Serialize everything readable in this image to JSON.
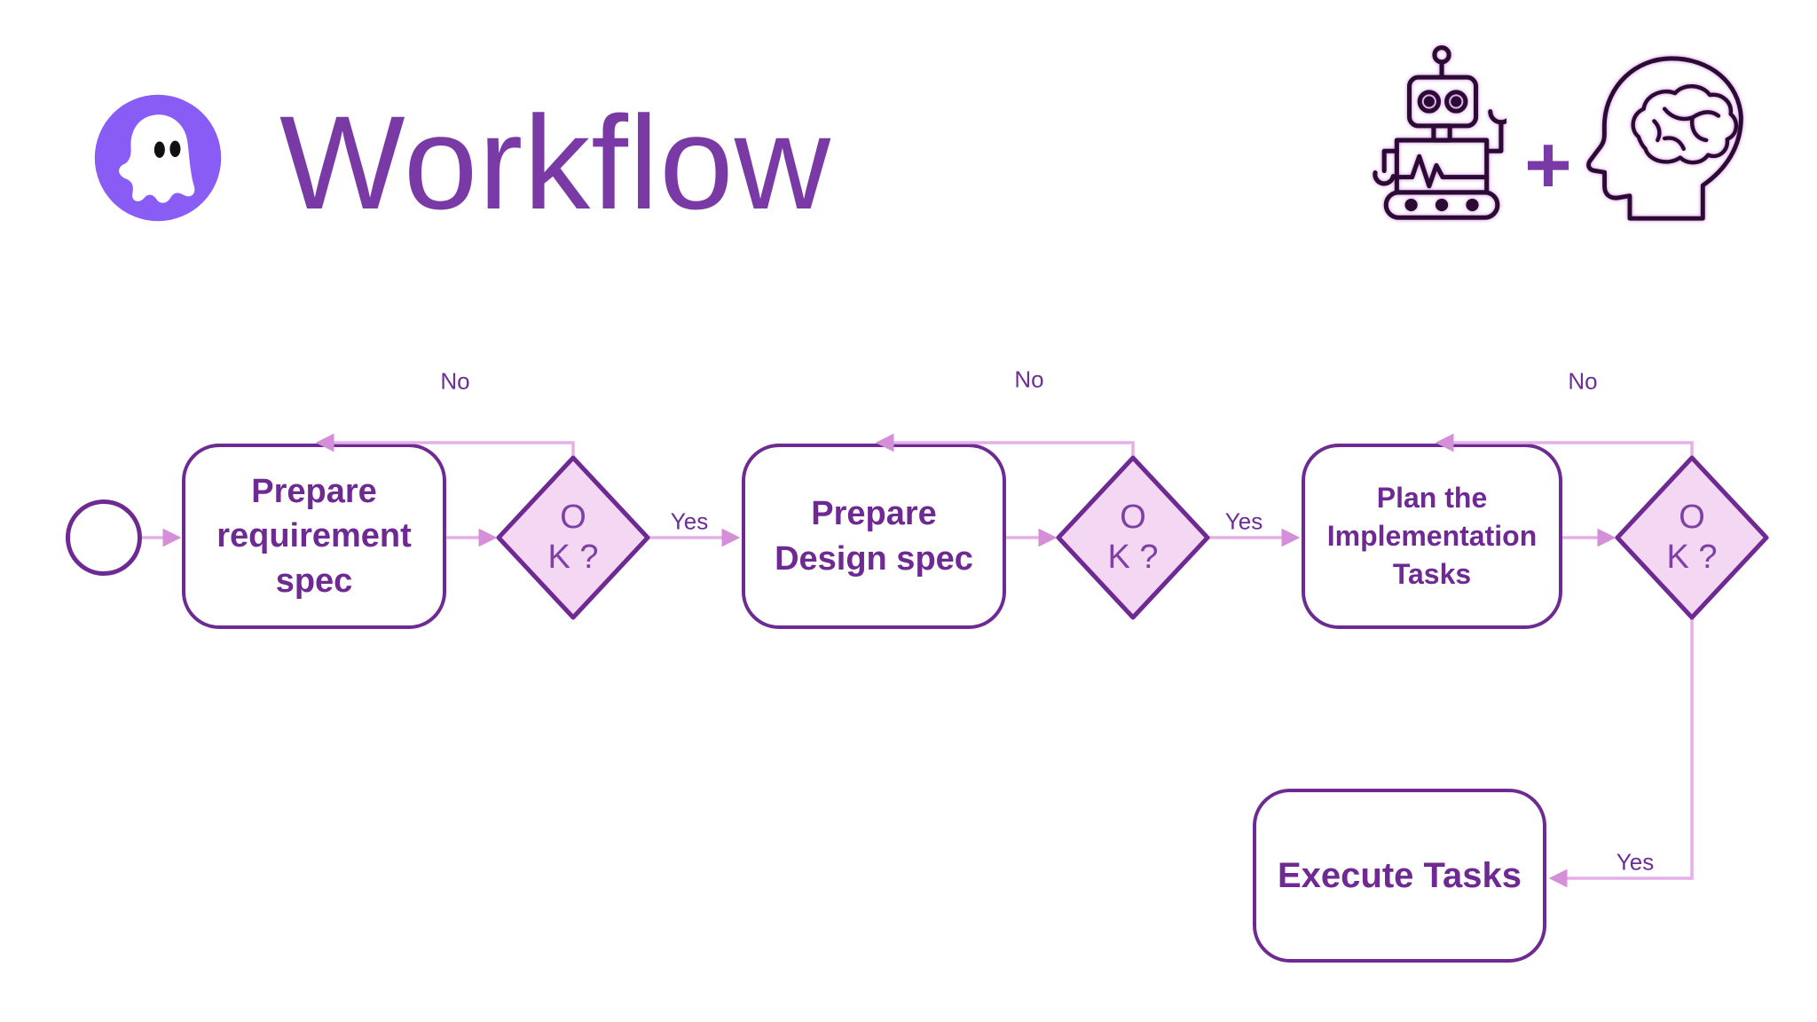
{
  "header": {
    "title": "Workflow",
    "plus_sign": "+",
    "logo": "ghost-in-violet-circle",
    "right_icons": [
      "robot",
      "head-with-brain"
    ]
  },
  "colors": {
    "accent_dark_purple": "#6e2a92",
    "title_purple": "#7a3aa6",
    "decision_text": "#7d41a6",
    "diamond_fill": "#f3d7f3",
    "connector_pink": "#e6afe8",
    "arrowhead_pink": "#d58ed8",
    "logo_violet": "#8a5cf6",
    "background": "#ffffff"
  },
  "flowchart": {
    "start": {
      "shape": "circle",
      "label": ""
    },
    "steps": [
      {
        "id": "prepare-requirement-spec",
        "label": "Prepare\nrequirement\nspec"
      },
      {
        "id": "prepare-design-spec",
        "label": "Prepare\nDesign spec"
      },
      {
        "id": "plan-implementation-tasks",
        "label": "Plan the\nImplementation\nTasks"
      },
      {
        "id": "execute-tasks",
        "label": "Execute Tasks"
      }
    ],
    "decisions": [
      {
        "id": "ok-1",
        "label": "O\nK ?"
      },
      {
        "id": "ok-2",
        "label": "O\nK ?"
      },
      {
        "id": "ok-3",
        "label": "O\nK ?"
      }
    ],
    "edge_labels": {
      "no_1": "No",
      "no_2": "No",
      "no_3": "No",
      "yes_1": "Yes",
      "yes_2": "Yes",
      "yes_3": "Yes"
    }
  }
}
